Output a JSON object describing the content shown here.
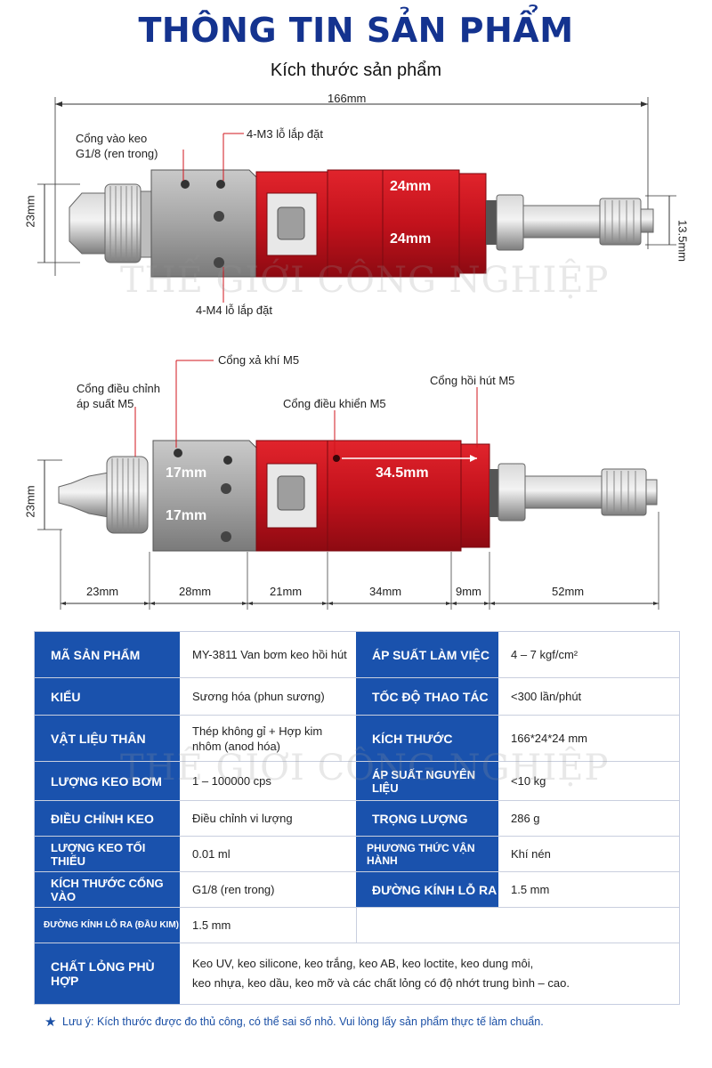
{
  "header": {
    "title": "THÔNG TIN SẢN PHẨM",
    "subtitle": "Kích thước sản phẩm"
  },
  "watermark": "THẾ GIỚI CÔNG NGHIỆP",
  "diagram1": {
    "total_length": "166mm",
    "height_left": "23mm",
    "height_right": "13.5mm",
    "glue_inlet_line1": "Cổng vào keo",
    "glue_inlet_line2": "G1/8 (ren trong)",
    "m3_holes": "4-M3 lỗ lắp đặt",
    "m4_holes": "4-M4 lỗ lắp đặt",
    "width_top": "24mm",
    "width_side": "24mm"
  },
  "diagram2": {
    "exhaust_port": "Cổng xả khí M5",
    "pressure_port_line1": "Cổng điều chỉnh",
    "pressure_port_line2": "áp suất M5",
    "suction_port": "Cổng hồi hút M5",
    "control_port": "Cổng điều khiển M5",
    "height_left": "23mm",
    "body_17a": "17mm",
    "body_17b": "17mm",
    "body_345": "34.5mm",
    "segments": [
      "23mm",
      "28mm",
      "21mm",
      "34mm",
      "9mm",
      "52mm"
    ]
  },
  "specs": {
    "rows": [
      {
        "k1": "MÃ SẢN PHẨM",
        "v1": "MY-3811 Van bơm keo hồi hút",
        "k2": "ÁP SUẤT LÀM VIỆC",
        "v2": "4 – 7 kgf/cm²"
      },
      {
        "k1": "KIỂU",
        "v1": "Sương hóa (phun sương)",
        "k2": "TỐC ĐỘ THAO TÁC",
        "v2": "<300 lần/phút"
      },
      {
        "k1": "VẬT LIỆU THÂN",
        "v1": "Thép không gỉ + Hợp kim nhôm (anod hóa)",
        "k2": "KÍCH THƯỚC",
        "v2": "166*24*24 mm"
      },
      {
        "k1": "LƯỢNG KEO BƠM",
        "v1": "1 – 100000 cps",
        "k2": "ÁP SUẤT NGUYÊN LIỆU",
        "v2": "<10 kg"
      },
      {
        "k1": "ĐIỀU CHỈNH KEO",
        "v1": "Điều chỉnh vi lượng",
        "k2": "TRỌNG LƯỢNG",
        "v2": "286 g"
      },
      {
        "k1": "LƯỢNG KEO TỐI THIỂU",
        "v1": "0.01 ml",
        "k2": "PHƯƠNG THỨC VẬN HÀNH",
        "v2": "Khí nén"
      },
      {
        "k1": "KÍCH THƯỚC CỔNG VÀO",
        "v1": "G1/8 (ren trong)",
        "k2": "ĐƯỜNG KÍNH LỖ RA",
        "v2": "1.5 mm"
      },
      {
        "k1": "ĐƯỜNG KÍNH LỖ RA (ĐẦU KIM)",
        "v1": "1.5 mm"
      }
    ],
    "fluids_label": "CHẤT LỎNG PHÙ HỢP",
    "fluids_line1": "Keo UV, keo silicone, keo trắng, keo AB, keo loctite, keo dung môi,",
    "fluids_line2": "keo nhựa, keo dầu, keo mỡ và các chất lỏng có độ nhớt trung bình – cao."
  },
  "note": "Lưu ý: Kích thước được đo thủ công, có thể sai số nhỏ. Vui lòng lấy sản phẩm thực tế làm chuẩn.",
  "colors": {
    "title_blue": "#14338f",
    "header_cell_blue": "#1a52ad",
    "body_red": "#c3121c",
    "steel": "#a9a9a9"
  }
}
